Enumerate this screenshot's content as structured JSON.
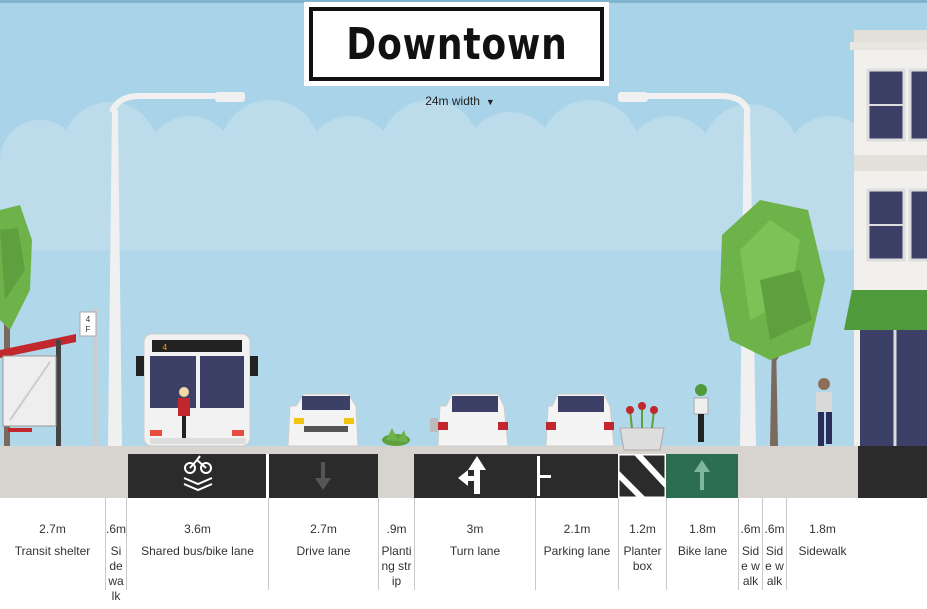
{
  "street": {
    "name": "Downtown",
    "width_label": "24m width",
    "bus_route_number": "4",
    "bus_stop_sign": "4\nF"
  },
  "segments": [
    {
      "width": "2.7m",
      "name": "Transit shelter",
      "start": 0,
      "end": 105
    },
    {
      "width": ".6m",
      "name": "Side walk",
      "start": 105,
      "end": 126
    },
    {
      "width": "3.6m",
      "name": "Shared bus/bike lane",
      "start": 126,
      "end": 268
    },
    {
      "width": "2.7m",
      "name": "Drive lane",
      "start": 268,
      "end": 378
    },
    {
      "width": ".9m",
      "name": "Planting strip",
      "start": 378,
      "end": 414
    },
    {
      "width": "3m",
      "name": "Turn lane",
      "start": 414,
      "end": 535
    },
    {
      "width": "2.1m",
      "name": "Parking lane",
      "start": 535,
      "end": 618
    },
    {
      "width": "1.2m",
      "name": "Planter box",
      "start": 618,
      "end": 666
    },
    {
      "width": "1.8m",
      "name": "Bike lane",
      "start": 666,
      "end": 738
    },
    {
      "width": ".6m",
      "name": "Side walk",
      "start": 738,
      "end": 762
    },
    {
      "width": ".6m",
      "name": "Side walk",
      "start": 762,
      "end": 786
    },
    {
      "width": "1.8m",
      "name": "Sidewalk",
      "start": 786,
      "end": 858
    }
  ],
  "colors": {
    "sky": "#a9d3e8",
    "cloud": "#bcdcec",
    "asphalt": "#2b2b2b",
    "bike_lane": "#2c6e52",
    "sidewalk": "#d7d3ce",
    "tree": "#6eb34a",
    "awning": "#4f9a3a"
  },
  "icons": [
    "lane-arrow-down-icon",
    "lane-arrow-turn-icon",
    "lane-arrow-up-icon",
    "bike-lane-symbol-icon",
    "caret-down-icon"
  ]
}
